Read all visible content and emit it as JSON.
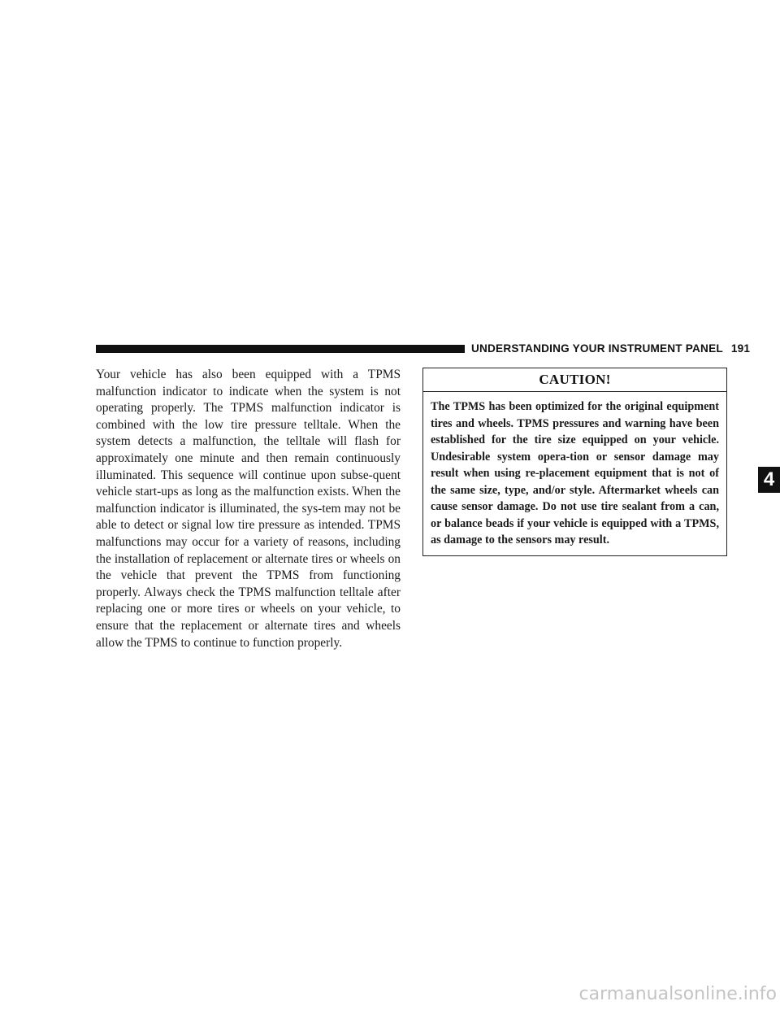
{
  "header": {
    "section_title": "UNDERSTANDING YOUR INSTRUMENT PANEL",
    "page_number": "191"
  },
  "main": {
    "paragraph": "Your vehicle has also been equipped with a TPMS malfunction indicator to indicate when the system is not operating properly. The TPMS malfunction indicator is combined with the low tire pressure telltale. When the system detects a malfunction, the telltale will flash for approximately one minute and then remain continuously illuminated. This sequence will continue upon subse-­quent vehicle start-ups as long as the malfunction exists. When the malfunction indicator is illuminated, the sys-­tem may not be able to detect or signal low tire pressure as intended. TPMS malfunctions may occur for a variety of reasons, including the installation of replacement or alternate tires or wheels on the vehicle that prevent the TPMS from functioning properly. Always check the TPMS malfunction telltale after replacing one or more tires or wheels on your vehicle, to ensure that the replacement or alternate tires and wheels allow the TPMS to continue to function properly."
  },
  "caution": {
    "title": "CAUTION!",
    "text": "The TPMS has been optimized for the original equipment tires and wheels. TPMS pressures and warning have been established for the tire size equipped on your vehicle. Undesirable system opera-­tion or sensor damage may result when using re-­placement equipment that is not of the same size, type, and/or style. Aftermarket wheels can cause sensor damage. Do not use tire sealant from a can, or balance beads if your vehicle is equipped with a TPMS, as damage to the sensors may result."
  },
  "chapter_tab": {
    "number": "4"
  },
  "footer": {
    "watermark": "carmanualsonline.info"
  }
}
